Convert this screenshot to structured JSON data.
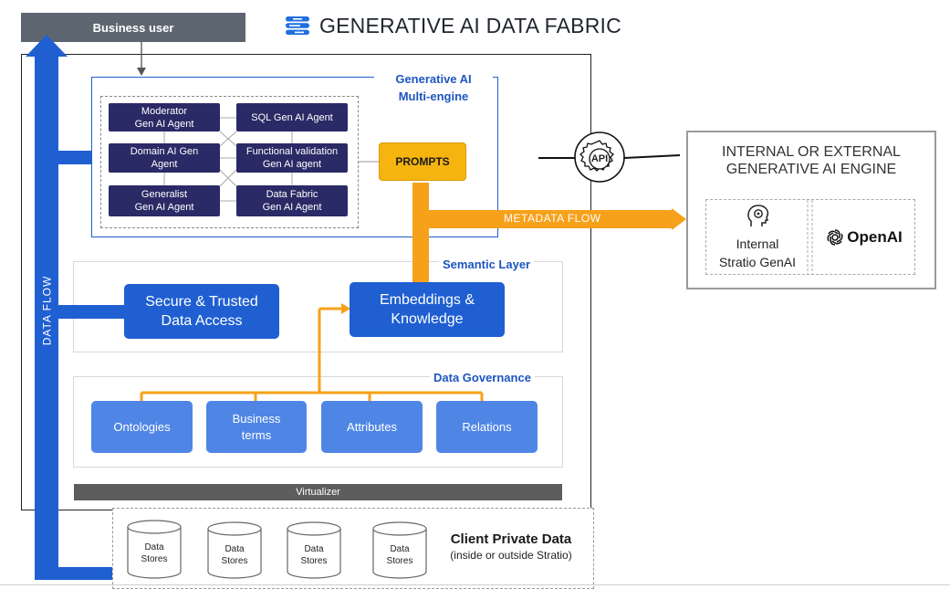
{
  "header": {
    "business_user": "Business user",
    "title": "GENERATIVE AI DATA FABRIC",
    "logo_icon": "stratio-logo-icon",
    "accent_color": "#1f5fd1"
  },
  "genai_engine": {
    "label_line1": "Generative AI",
    "label_line2": "Multi-engine",
    "agents": [
      {
        "line1": "Moderator",
        "line2": "Gen AI Agent"
      },
      {
        "line1": "SQL Gen AI Agent",
        "line2": ""
      },
      {
        "line1": "Domain AI Gen",
        "line2": "Agent"
      },
      {
        "line1": "Functional validation",
        "line2": "Gen AI agent"
      },
      {
        "line1": "Generalist",
        "line2": "Gen AI Agent"
      },
      {
        "line1": "Data Fabric",
        "line2": "Gen AI Agent"
      }
    ],
    "prompts": "PROMPTS"
  },
  "semantic_layer": {
    "label": "Semantic Layer",
    "secure_line1": "Secure & Trusted",
    "secure_line2": "Data Access",
    "embeddings_line1": "Embeddings &",
    "embeddings_line2": "Knowledge"
  },
  "governance": {
    "label": "Data Governance",
    "items": [
      {
        "line1": "Ontologies",
        "line2": ""
      },
      {
        "line1": "Business",
        "line2": "terms"
      },
      {
        "line1": "Attributes",
        "line2": ""
      },
      {
        "line1": "Relations",
        "line2": ""
      }
    ]
  },
  "virtualizer": "Virtualizer",
  "client_data": {
    "title": "Client Private Data",
    "subtitle": "(inside or outside Stratio)",
    "stores": [
      {
        "line1": "Data",
        "line2": "Stores"
      },
      {
        "line1": "Data",
        "line2": "Stores"
      },
      {
        "line1": "Data",
        "line2": "Stores"
      },
      {
        "line1": "Data",
        "line2": "Stores"
      }
    ]
  },
  "flows": {
    "data_flow": "DATA FLOW",
    "metadata_flow": "METADATA FLOW",
    "api": "API",
    "data_flow_color": "#1f5fd1",
    "metadata_flow_color": "#f7a11a"
  },
  "external_engine": {
    "title_line1": "INTERNAL OR EXTERNAL",
    "title_line2": "GENERATIVE  AI ENGINE",
    "internal_line1": "Internal",
    "internal_line2": "Stratio GenAI",
    "openai": "OpenAI",
    "internal_icon": "brain-gear-icon",
    "openai_icon": "openai-logo-icon"
  }
}
